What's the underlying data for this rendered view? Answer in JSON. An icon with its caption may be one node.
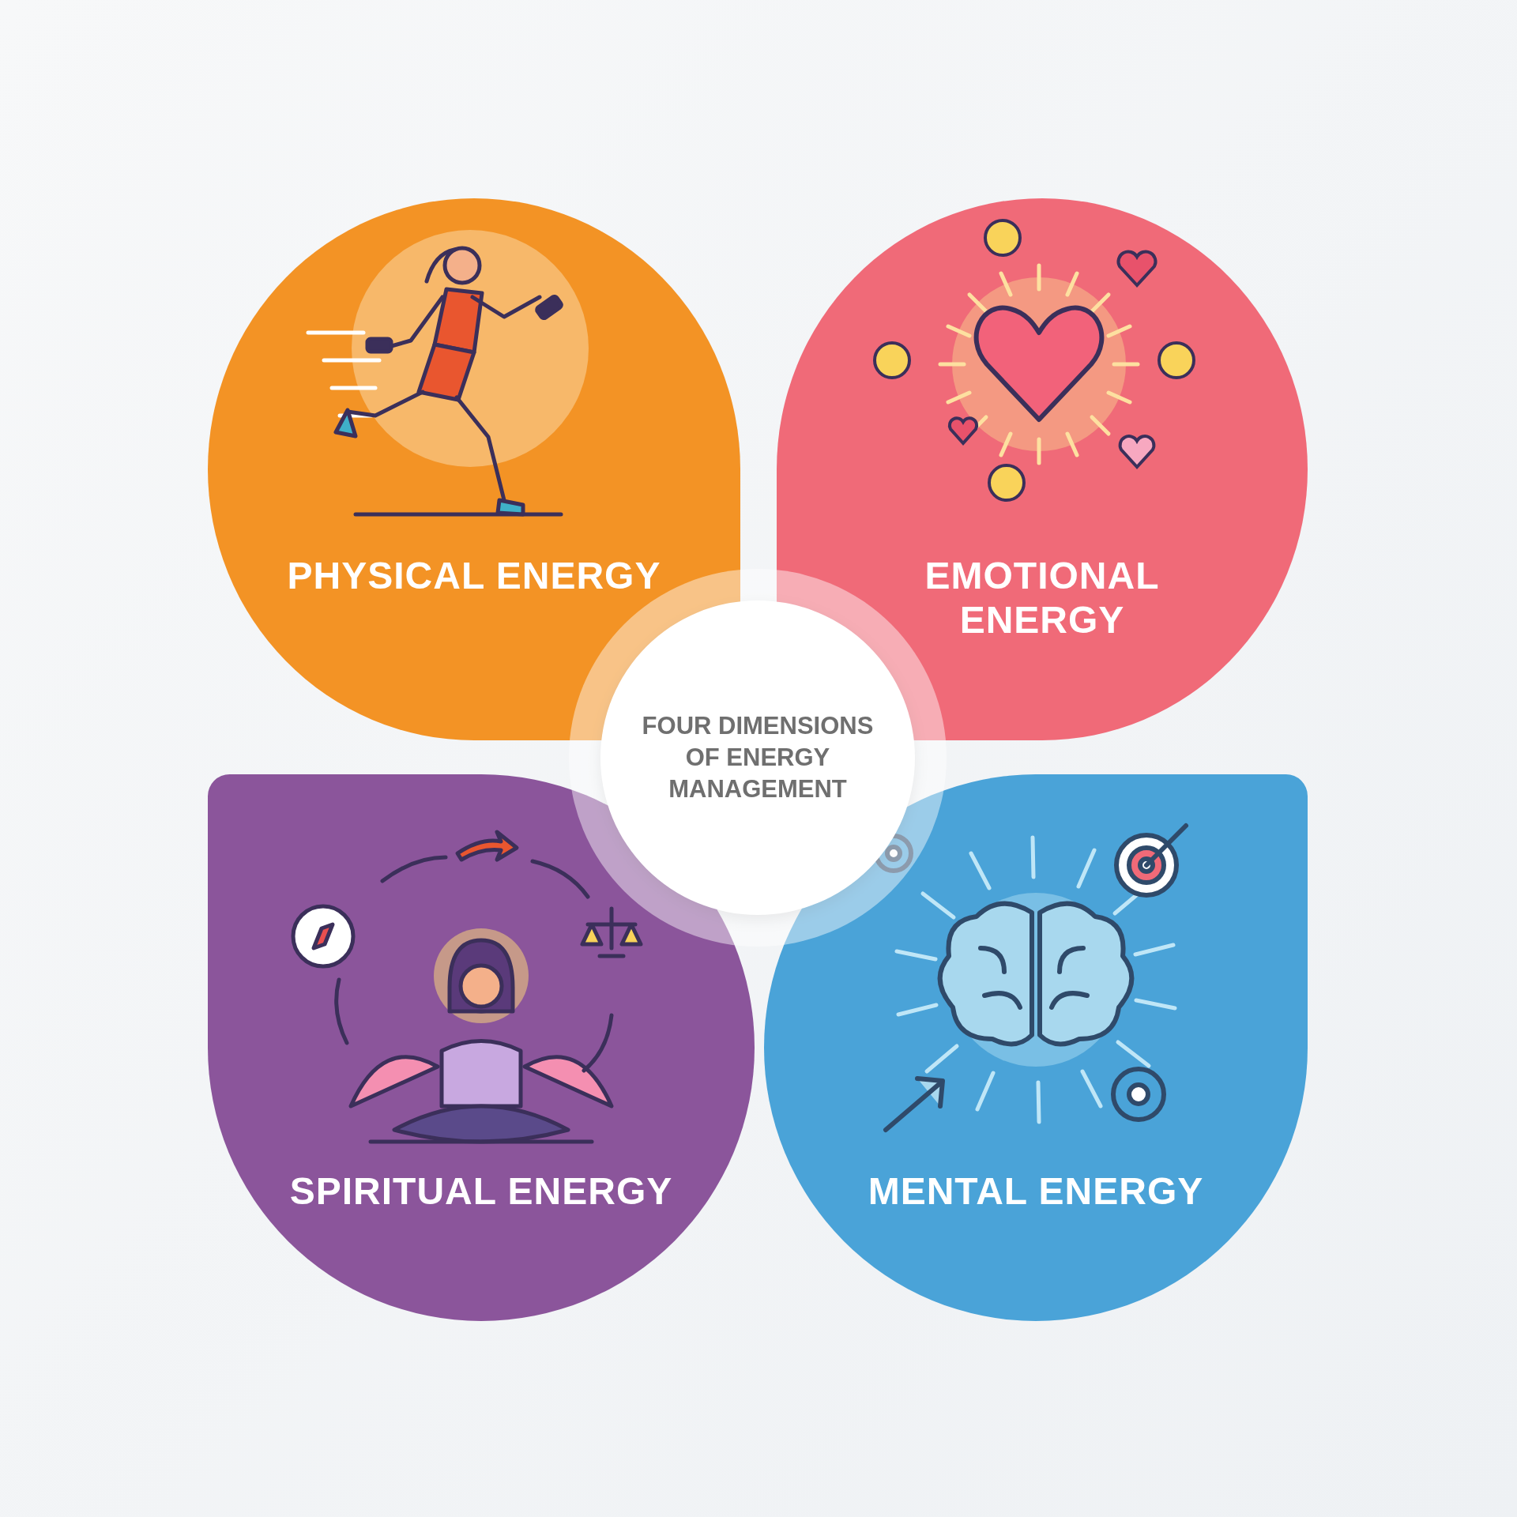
{
  "diagram": {
    "nodes": [
      {
        "text": [
          "PHYSICAL ENERGY"
        ]
      },
      {
        "text": [
          "EMOTIONAL ENERGY"
        ]
      },
      {
        "text": [
          "FOUR DIMENSIONS OF ENERGY MANAGEMENT"
        ]
      },
      {
        "text": [
          "SPIRITUAL ENERGY"
        ]
      },
      {
        "text": [
          "MENTAL ENERGY"
        ]
      }
    ]
  }
}
